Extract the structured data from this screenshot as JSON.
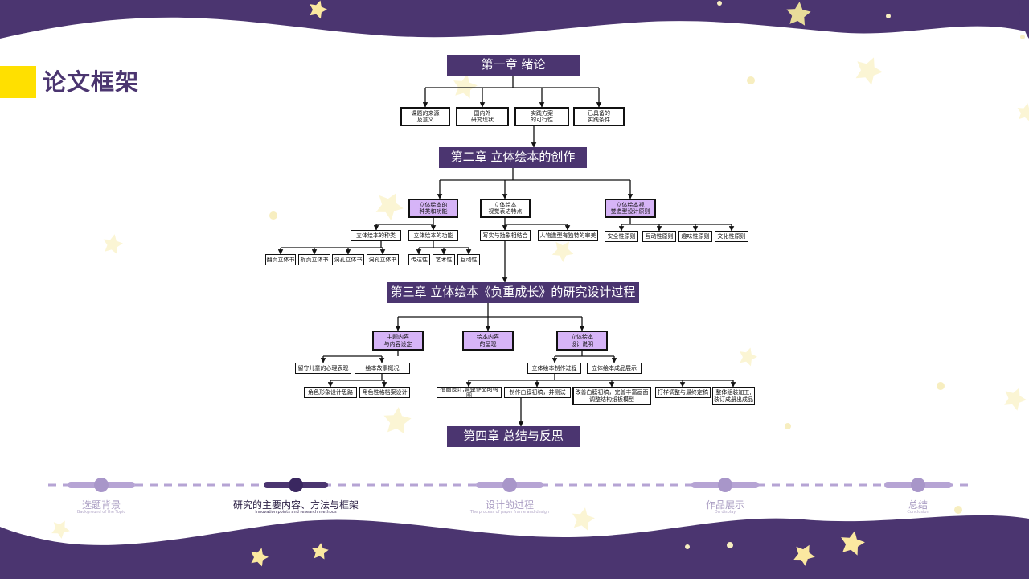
{
  "page_title": "论文框架",
  "colors": {
    "primary_purple": "#4b3570",
    "light_purple": "#d6b4f7",
    "accent_yellow": "#ffe000",
    "star_yellow": "#f5e9a6",
    "nav_inactive": "#b6a4d4"
  },
  "diagram": {
    "chapters": [
      {
        "label": "第一章 绪论"
      },
      {
        "label": "第二章 立体绘本的创作"
      },
      {
        "label": "第三章 立体绘本《负重成长》的研究设计过程"
      },
      {
        "label": "第四章 总结与反思"
      }
    ],
    "ch1_children": [
      {
        "label": "课题的来源\n及意义"
      },
      {
        "label": "国内外\n研究现状"
      },
      {
        "label": "实践方案\n的可行性"
      },
      {
        "label": "已具备的\n实践条件"
      }
    ],
    "ch2_children": [
      {
        "label": "立体绘本的\n种类和功能"
      },
      {
        "label": "立体绘本\n视觉表达特点"
      },
      {
        "label": "立体绘本视\n觉造型设计原则"
      }
    ],
    "ch2_kinds": [
      {
        "label": "立体绘本的种类"
      },
      {
        "label": "立体绘本的功能"
      }
    ],
    "ch2_kind_types": [
      {
        "label": "翻页立体书"
      },
      {
        "label": "折页立体书"
      },
      {
        "label": "洞孔立体书"
      },
      {
        "label": "洞孔立体书"
      }
    ],
    "ch2_functions": [
      {
        "label": "传达性"
      },
      {
        "label": "艺术性"
      },
      {
        "label": "互动性"
      }
    ],
    "ch2_features": [
      {
        "label": "写实与抽象相结合"
      },
      {
        "label": "人物造型有独特的审美"
      }
    ],
    "ch2_principles": [
      {
        "label": "安全性原则"
      },
      {
        "label": "互动性原则"
      },
      {
        "label": "趣味性原则"
      },
      {
        "label": "文化性原则"
      }
    ],
    "ch3_children": [
      {
        "label": "主题内容\n与内容设定"
      },
      {
        "label": "绘本内容\n的呈现"
      },
      {
        "label": "立体绘本\n设计说明"
      }
    ],
    "ch3_theme": [
      {
        "label": "留守儿童的心理表现"
      },
      {
        "label": "绘本故事概况"
      }
    ],
    "ch3_theme_sub": [
      {
        "label": "角色形象设计思路"
      },
      {
        "label": "角色性格档案设计"
      }
    ],
    "ch3_design": [
      {
        "label": "立体绘本制作过程"
      },
      {
        "label": "立体绘本成品展示"
      }
    ],
    "ch3_process": [
      {
        "label": "插画设计,调整作品的构图"
      },
      {
        "label": "制作白膜初稿，并测试"
      },
      {
        "label": "改善白膜初稿，完善丰富画面\n调整结构纸板模型"
      },
      {
        "label": "打样调整与最终定稿"
      },
      {
        "label": "整体组装加工,\n装订成册出成品"
      }
    ]
  },
  "nav": [
    {
      "label": "选题背景",
      "sub": "Background of the Topic",
      "active": false
    },
    {
      "label": "研究的主要内容、方法与框架",
      "sub": "Innovation points and research methods",
      "active": true
    },
    {
      "label": "设计的过程",
      "sub": "The process of paper frame and design",
      "active": false
    },
    {
      "label": "作品展示",
      "sub": "On display",
      "active": false
    },
    {
      "label": "总结",
      "sub": "Conclusion",
      "active": false
    }
  ]
}
